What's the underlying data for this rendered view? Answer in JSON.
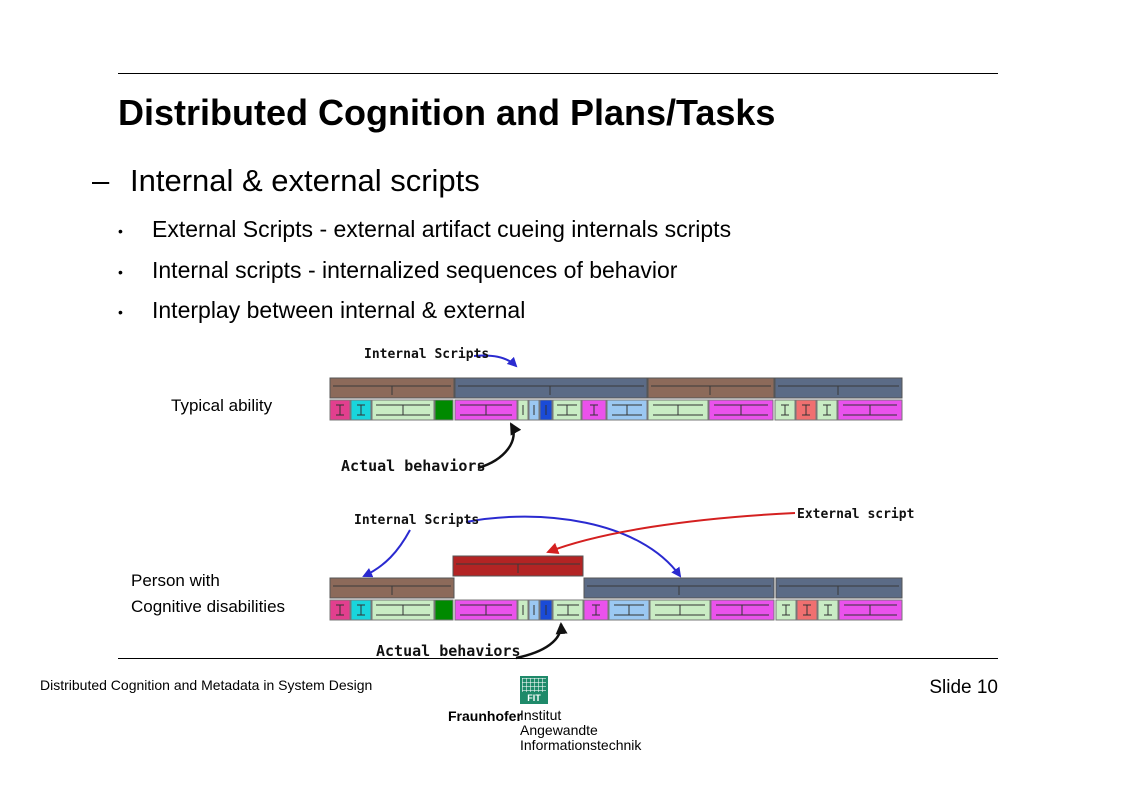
{
  "slide": {
    "title": "Distributed Cognition and Plans/Tasks",
    "subheading_dash": "–",
    "subheading": "Internal & external scripts",
    "bullets": [
      "External Scripts - external artifact cueing internals scripts",
      "Internal scripts - internalized sequences of behavior",
      "Interplay between internal & external"
    ]
  },
  "diagram": {
    "top": {
      "row_label": "Typical ability",
      "scripts_label": "Internal Scripts",
      "behaviors_label": "Actual behaviors"
    },
    "bottom": {
      "row_label_line1": "Person with",
      "row_label_line2": "Cognitive disabilities",
      "scripts_label": "Internal Scripts",
      "external_label": "External script",
      "behaviors_label": "Actual behaviors"
    },
    "colors": {
      "script_brown": "#8c6a5a",
      "script_slate": "#5b6b86",
      "external_red": "#b32424",
      "arrow_blue": "#2a2ad0",
      "arrow_red": "#d42020",
      "pink": "#e23f8e",
      "cyan": "#19d6dc",
      "green": "#008a00",
      "magenta": "#ea52ec",
      "light_green": "#c9ecc4",
      "light_blue": "#9bc8f2",
      "blue": "#1a4bd6",
      "salmon": "#f07070"
    }
  },
  "footer": {
    "left_text": "Distributed Cognition and Metadata in System Design",
    "slide_number": "Slide 10",
    "logo": {
      "mark_text": "FIT",
      "brand": "Fraunhofer",
      "institute_lines": [
        "Institut",
        "Angewandte",
        "Informationstechnik"
      ]
    }
  }
}
